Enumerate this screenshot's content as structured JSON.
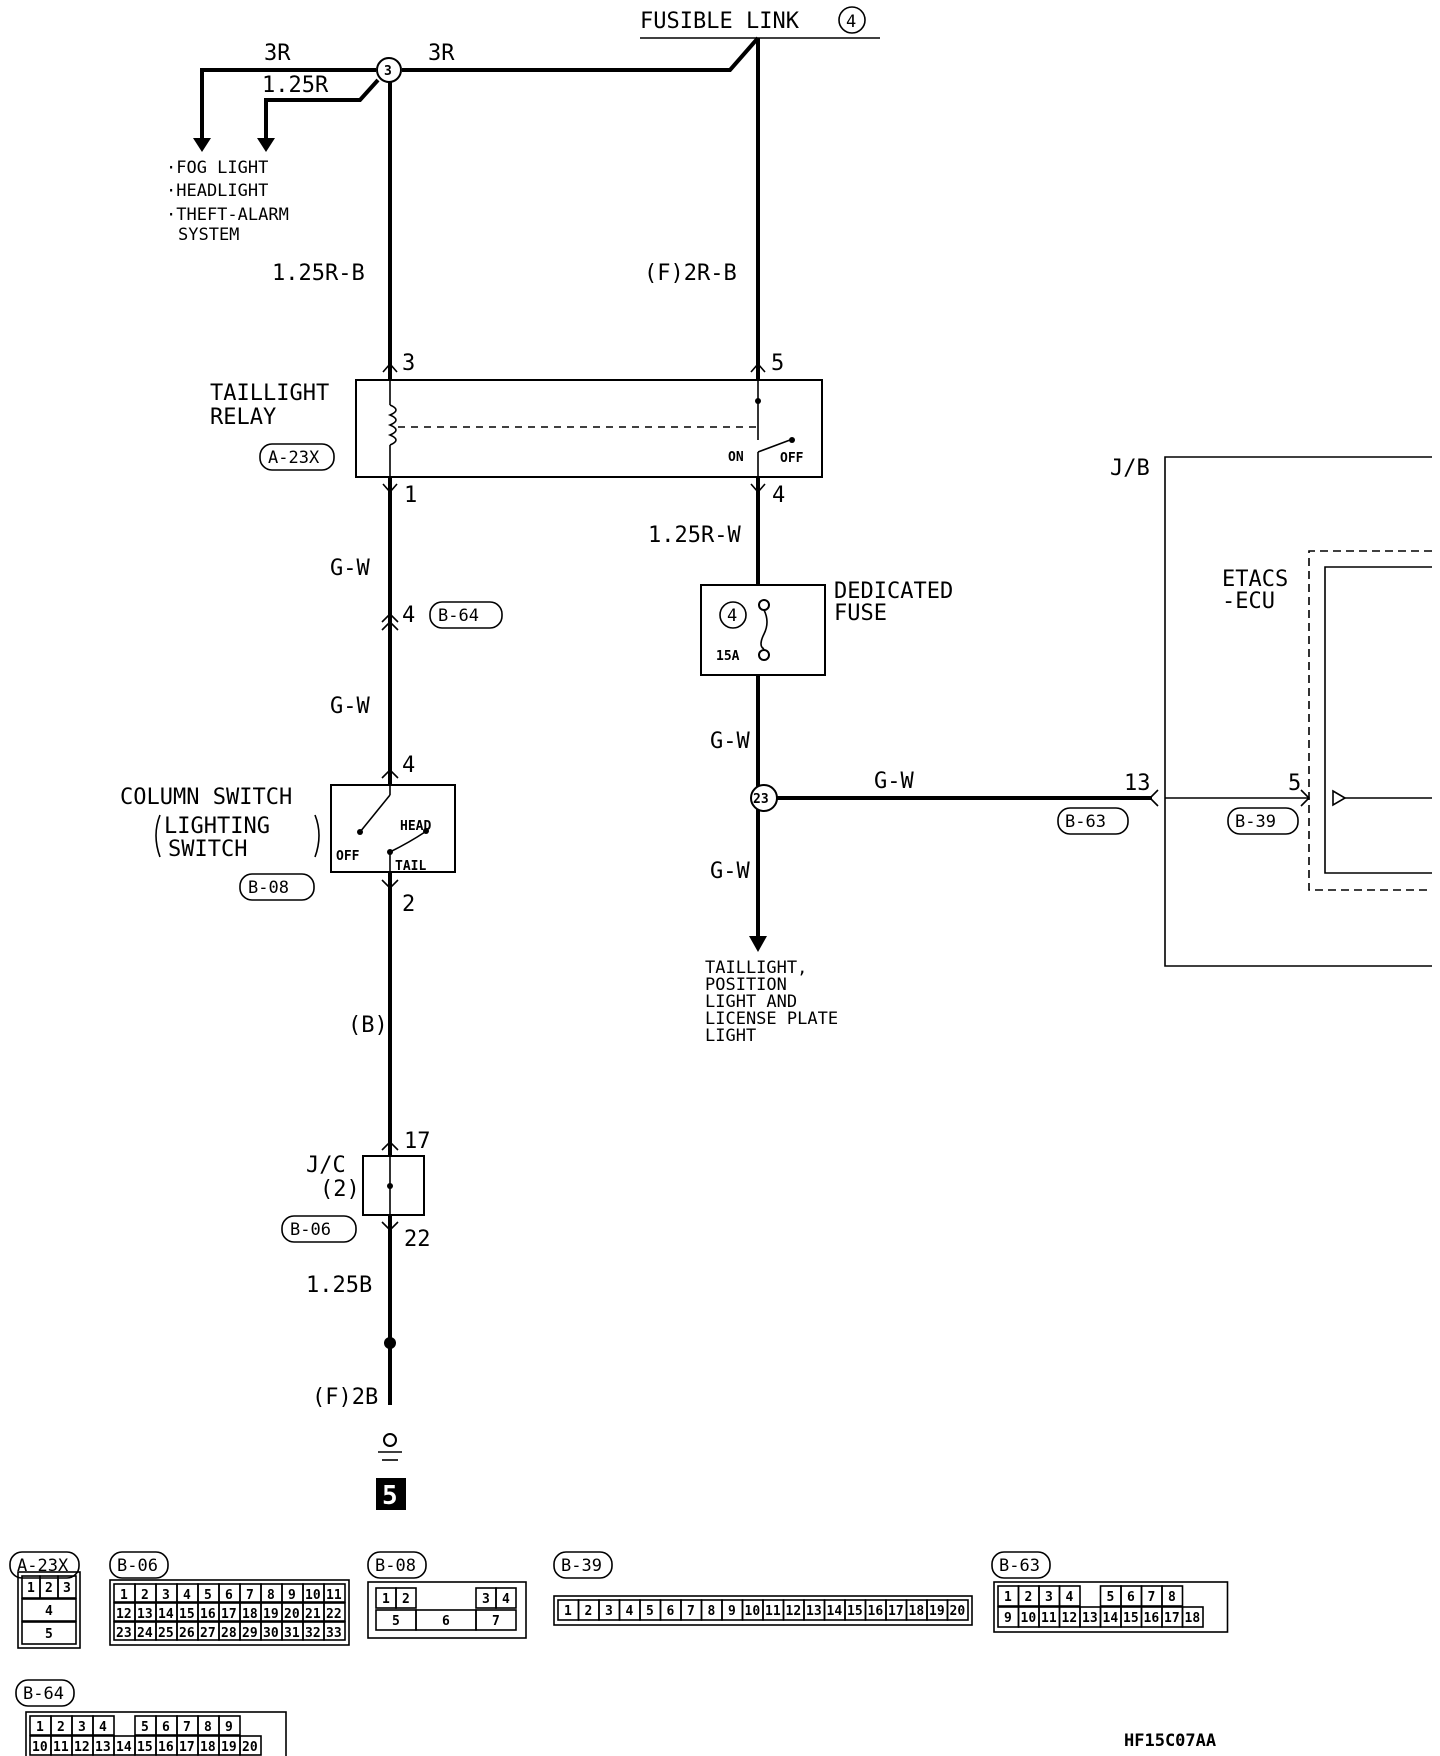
{
  "fusible_link": {
    "label": "FUSIBLE LINK",
    "number": "4"
  },
  "wires": {
    "top_left_3R": "3R",
    "top_right_3R": "3R",
    "r125": "1.25R",
    "r125_b": "1.25R-B",
    "f2r_b": "(F)2R-B",
    "gw_1": "G-W",
    "gw_2": "G-W",
    "r125_w": "1.25R-W",
    "gw_fuse": "G-W",
    "gw_branch": "G-W",
    "gw_down": "G-W",
    "b_paren": "(B)",
    "b125": "1.25B",
    "f2b": "(F)2B"
  },
  "splice": {
    "top": "3",
    "mid": "23"
  },
  "branch_list": [
    "·FOG LIGHT",
    "·HEADLIGHT",
    "·THEFT-ALARM",
    "SYSTEM"
  ],
  "relay": {
    "title1": "TAILLIGHT",
    "title2": "RELAY",
    "connector": "A-23X",
    "pin3": "3",
    "pin5": "5",
    "pin1": "1",
    "pin4": "4",
    "on": "ON",
    "off": "OFF"
  },
  "connector_b64": {
    "pin": "4",
    "id": "B-64"
  },
  "fuse": {
    "title1": "DEDICATED",
    "title2": "FUSE",
    "number": "4",
    "rating": "15A"
  },
  "column_switch": {
    "title1": "COLUMN SWITCH",
    "title2": "LIGHTING",
    "title3": "SWITCH",
    "connector": "B-08",
    "pin_in": "4",
    "pin_out": "2",
    "head": "HEAD",
    "off": "OFF",
    "tail": "TAIL"
  },
  "load_label": [
    "TAILLIGHT,",
    "POSITION",
    "LIGHT AND",
    "LICENSE PLATE",
    "LIGHT"
  ],
  "jb": {
    "label": "J/B",
    "ecu1": "ETACS",
    "ecu2": "-ECU",
    "pin13": "13",
    "pin5": "5",
    "conn1": "B-63",
    "conn2": "B-39"
  },
  "jc": {
    "label1": "J/C",
    "label2": "(2)",
    "connector": "B-06",
    "pin17": "17",
    "pin22": "22"
  },
  "ground": {
    "number": "5"
  },
  "connector_views": [
    {
      "id": "A-23X",
      "rows": [
        [
          "1",
          "2",
          "3"
        ],
        [
          "4"
        ],
        [
          "5"
        ]
      ]
    },
    {
      "id": "B-06",
      "rows": [
        [
          "1",
          "2",
          "3",
          "4",
          "5",
          "6",
          "7",
          "8",
          "9",
          "10",
          "11"
        ],
        [
          "12",
          "13",
          "14",
          "15",
          "16",
          "17",
          "18",
          "19",
          "20",
          "21",
          "22"
        ],
        [
          "23",
          "24",
          "25",
          "26",
          "27",
          "28",
          "29",
          "30",
          "31",
          "32",
          "33"
        ]
      ]
    },
    {
      "id": "B-08",
      "rows": [
        [
          "1",
          "2",
          "3",
          "4"
        ],
        [
          "5",
          "6",
          "7"
        ]
      ]
    },
    {
      "id": "B-39",
      "rows": [
        [
          "1",
          "2",
          "3",
          "4",
          "5",
          "6",
          "7",
          "8",
          "9",
          "10",
          "11",
          "12",
          "13",
          "14",
          "15",
          "16",
          "17",
          "18",
          "19",
          "20"
        ]
      ]
    },
    {
      "id": "B-63",
      "rows": [
        [
          "1",
          "2",
          "3",
          "4",
          "5",
          "6",
          "7",
          "8"
        ],
        [
          "9",
          "10",
          "11",
          "12",
          "13",
          "14",
          "15",
          "16",
          "17",
          "18"
        ]
      ]
    },
    {
      "id": "B-64",
      "rows": [
        [
          "1",
          "2",
          "3",
          "4",
          "5",
          "6",
          "7",
          "8",
          "9"
        ],
        [
          "10",
          "11",
          "12",
          "13",
          "14",
          "15",
          "16",
          "17",
          "18",
          "19",
          "20"
        ]
      ]
    }
  ],
  "figure_code": "HF15C07AA"
}
